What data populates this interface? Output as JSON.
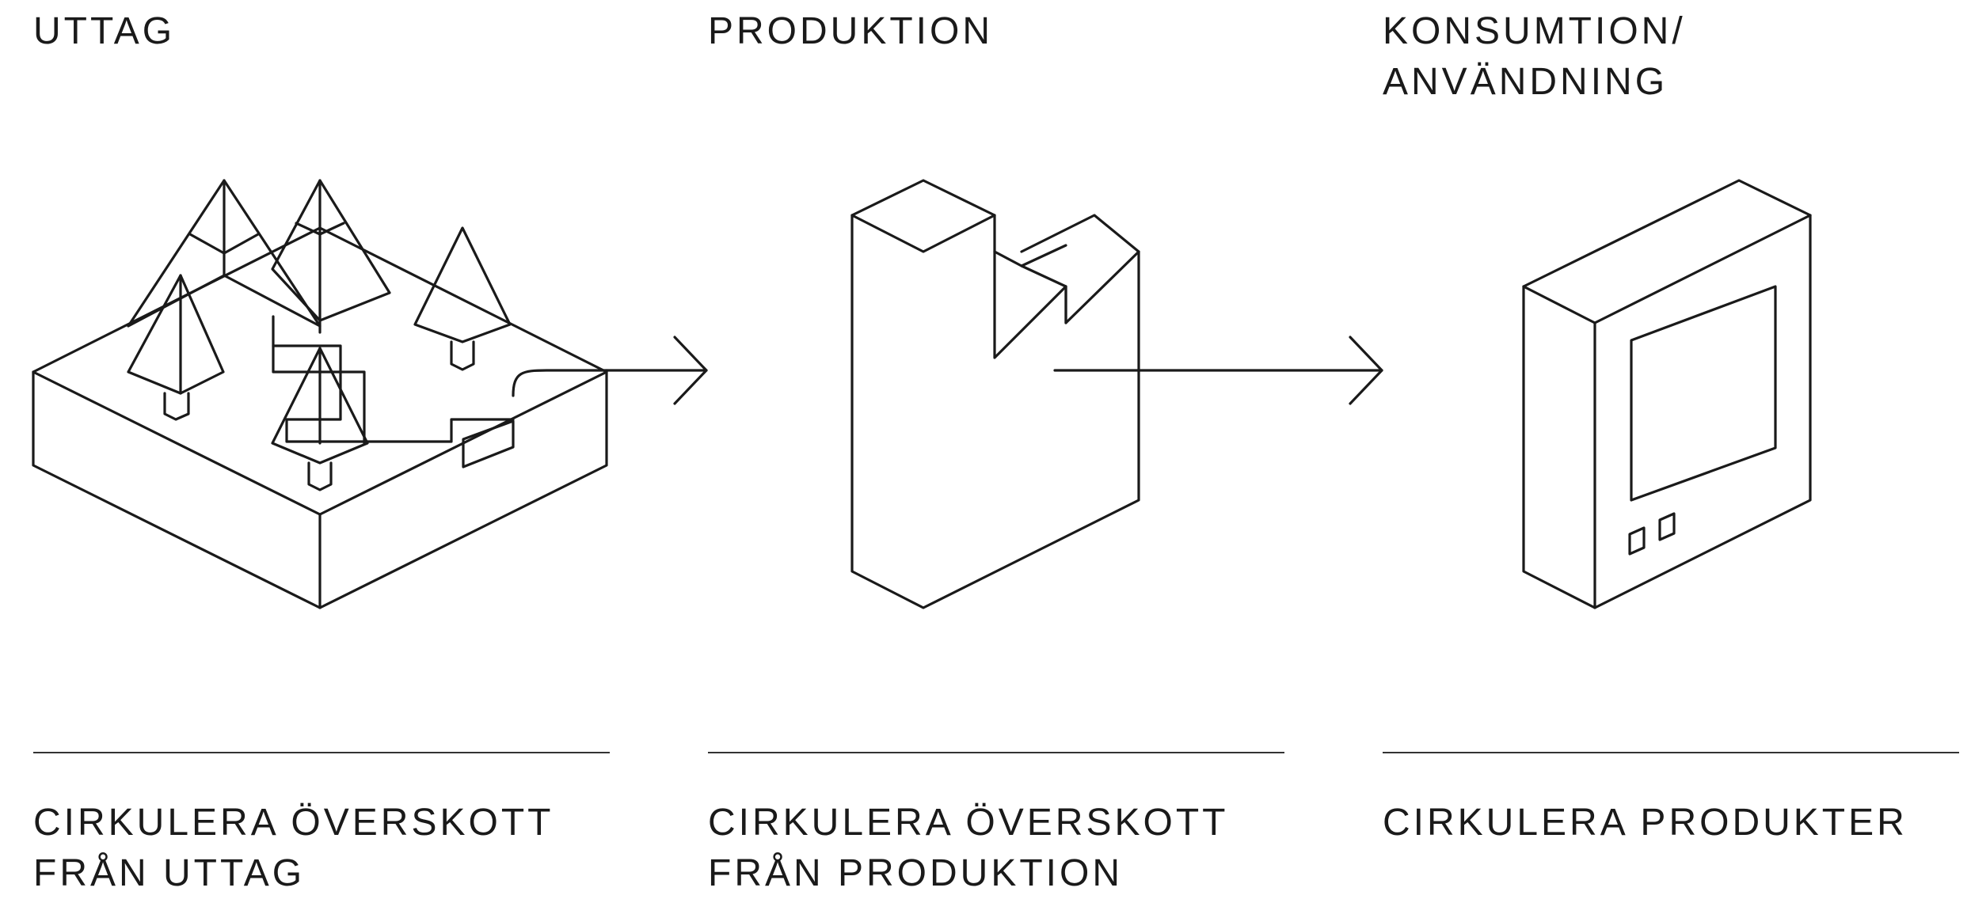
{
  "columns": [
    {
      "title": "UTTAG",
      "caption": "CIRKULERA ÖVERSKOTT\nFRÅN UTTAG"
    },
    {
      "title": "PRODUKTION",
      "caption": "CIRKULERA ÖVERSKOTT\nFRÅN PRODUKTION"
    },
    {
      "title": "KONSUMTION/\nANVÄNDNING",
      "caption": "CIRKULERA PRODUKTER"
    }
  ],
  "icons": [
    "forest-block-icon",
    "factory-icon",
    "device-icon",
    "arrow-icon"
  ],
  "colors": {
    "line": "#1a1a1a",
    "background": "#ffffff"
  }
}
